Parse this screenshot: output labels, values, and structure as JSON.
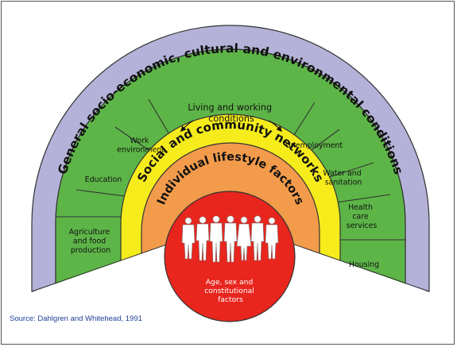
{
  "layers": {
    "outer": "General socio-economic, cultural and environmental conditions",
    "living_working": [
      "Living and working",
      "conditions"
    ],
    "social": "Social and community networks",
    "individual": "Individual lifestyle factors",
    "core": [
      "Age, sex and",
      "constitutional",
      "factors"
    ]
  },
  "sectors": {
    "agriculture": [
      "Agriculture",
      "and food",
      "production"
    ],
    "education": [
      "Education"
    ],
    "work_environment": [
      "Work",
      "environment"
    ],
    "unemployment": [
      "Unemployment"
    ],
    "water_sanitation": [
      "Water and",
      "sanitation"
    ],
    "health_care": [
      "Health",
      "care",
      "services"
    ],
    "housing": [
      "Housing"
    ]
  },
  "source": "Source: Dahlgren and Whitehead, 1991",
  "colors": {
    "outer": "#b4b2d8",
    "green": "#5db548",
    "yellow": "#f6ec1c",
    "orange": "#f29b4b",
    "core": "#e8261e",
    "source_text": "#1f3f9a"
  }
}
